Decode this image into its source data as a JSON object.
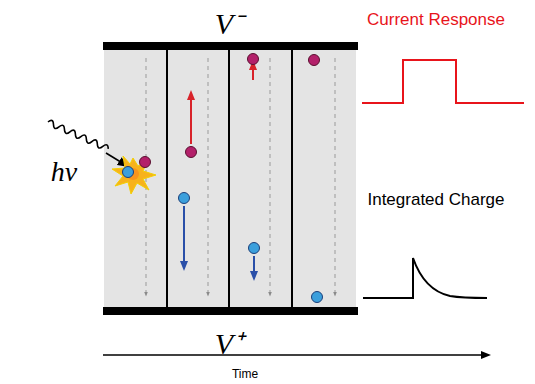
{
  "diagram": {
    "labels": [
      "V⁻",
      "V⁺",
      "hν",
      "Current Response",
      "Integrated Charge",
      "Time"
    ]
  }
}
